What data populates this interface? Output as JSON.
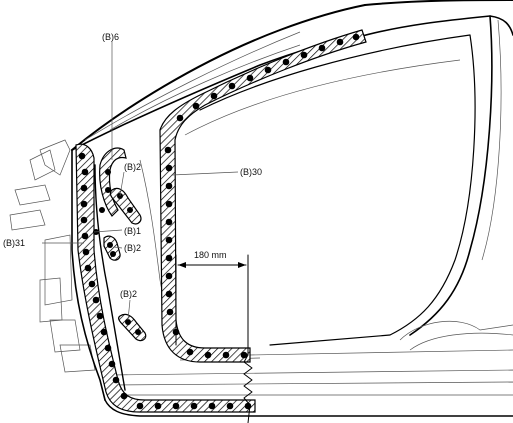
{
  "labels": {
    "b6": "(B)6",
    "b2_top": "(B)2",
    "b30": "(B)30",
    "b1": "(B)1",
    "b2_mid": "(B)2",
    "b31": "(B)31",
    "b2_low": "(B)2",
    "dimension": "180 mm"
  },
  "colors": {
    "ink": "#000000",
    "paper": "#ffffff"
  }
}
